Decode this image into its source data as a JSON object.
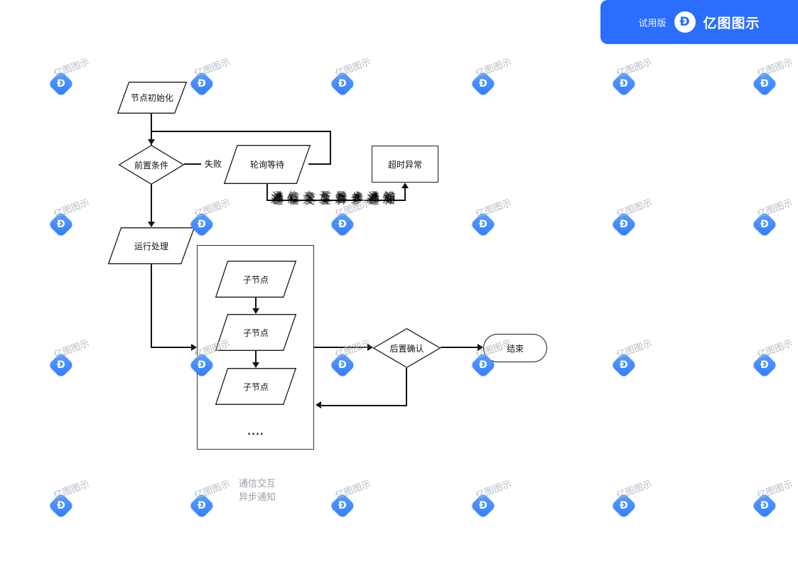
{
  "banner": {
    "trial_label": "试用版",
    "brand": "亿图图示",
    "logo_glyph": "Ð",
    "bg_color": "#2a6dff"
  },
  "watermark": {
    "text": "亿图图示",
    "logo_glyph": "Ð",
    "cols": [
      86,
      284,
      482,
      680,
      878,
      1076
    ],
    "rows": [
      118,
      316,
      514,
      712
    ]
  },
  "flow": {
    "init": "节点初始化",
    "precondition": "前置条件",
    "fail": "失败",
    "poll": "轮询等待",
    "timeout": "超时异常",
    "run": "运行处理",
    "children": [
      "子节点",
      "子节点",
      "子节点"
    ],
    "ellipsis": "....",
    "post": "后置确认",
    "end": "结束",
    "edges": [
      {
        "from": "节点初始化",
        "to": "前置条件"
      },
      {
        "from": "前置条件",
        "to": "轮询等待",
        "label": "失败"
      },
      {
        "from": "轮询等待",
        "to": "前置条件"
      },
      {
        "from": "轮询等待",
        "to": "超时异常"
      },
      {
        "from": "前置条件",
        "to": "运行处理"
      },
      {
        "from": "运行处理",
        "to": "子节点容器"
      },
      {
        "from": "子节点",
        "to": "子节点"
      },
      {
        "from": "子节点容器",
        "to": "后置确认"
      },
      {
        "from": "后置确认",
        "to": "结束"
      },
      {
        "from": "后置确认",
        "to": "子节点容器"
      }
    ]
  },
  "notes": {
    "line1": "通信交互",
    "line2": "异步通知",
    "smudge": "通信交互异步通知"
  }
}
